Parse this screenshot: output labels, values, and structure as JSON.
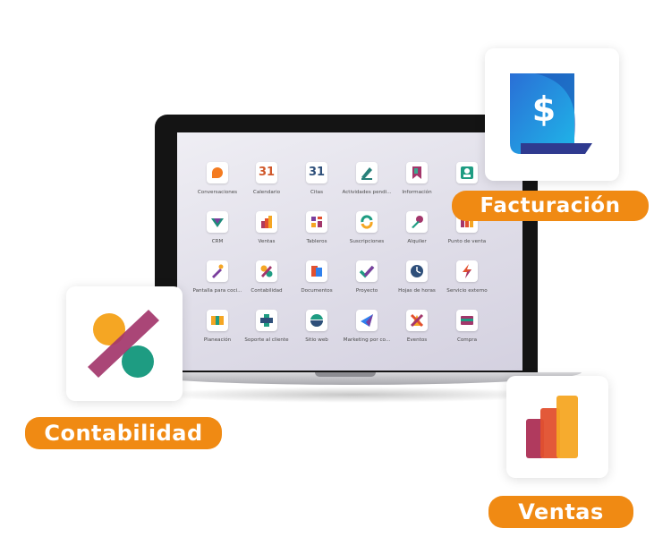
{
  "apps": [
    {
      "label": "Conversaciones",
      "icon": "chat-bubble-icon"
    },
    {
      "label": "Calendario",
      "icon": "calendar-icon",
      "glyph": "31"
    },
    {
      "label": "Citas",
      "icon": "appointment-icon",
      "glyph": "31"
    },
    {
      "label": "Actividades pendi...",
      "icon": "pen-icon"
    },
    {
      "label": "Información",
      "icon": "bookmark-icon"
    },
    {
      "label": "",
      "icon": "contact-card-icon"
    },
    {
      "label": "CRM",
      "icon": "crm-icon"
    },
    {
      "label": "Ventas",
      "icon": "sales-chart-icon"
    },
    {
      "label": "Tableros",
      "icon": "dashboard-icon"
    },
    {
      "label": "Suscripciones",
      "icon": "refresh-icon"
    },
    {
      "label": "Alquiler",
      "icon": "key-icon"
    },
    {
      "label": "Punto de venta",
      "icon": "shop-icon"
    },
    {
      "label": "Pantalla para coci...",
      "icon": "magic-icon"
    },
    {
      "label": "Contabilidad",
      "icon": "accounting-icon"
    },
    {
      "label": "Documentos",
      "icon": "documents-icon"
    },
    {
      "label": "Proyecto",
      "icon": "check-icon"
    },
    {
      "label": "Hojas de horas",
      "icon": "clock-icon"
    },
    {
      "label": "Servicio externo",
      "icon": "bolt-icon"
    },
    {
      "label": "Planeación",
      "icon": "planning-icon"
    },
    {
      "label": "Soporte al cliente",
      "icon": "support-icon"
    },
    {
      "label": "Sitio web",
      "icon": "website-icon"
    },
    {
      "label": "Marketing por co...",
      "icon": "paper-plane-icon"
    },
    {
      "label": "Eventos",
      "icon": "events-icon"
    },
    {
      "label": "Compra",
      "icon": "purchase-icon"
    }
  ],
  "callouts": {
    "facturacion": {
      "label": "Facturación",
      "icon": "invoice-dollar-icon",
      "glyph": "$"
    },
    "contabilidad": {
      "label": "Contabilidad",
      "icon": "accounting-icon"
    },
    "ventas": {
      "label": "Ventas",
      "icon": "sales-chart-icon"
    }
  },
  "colors": {
    "pill": "#f08a13"
  }
}
